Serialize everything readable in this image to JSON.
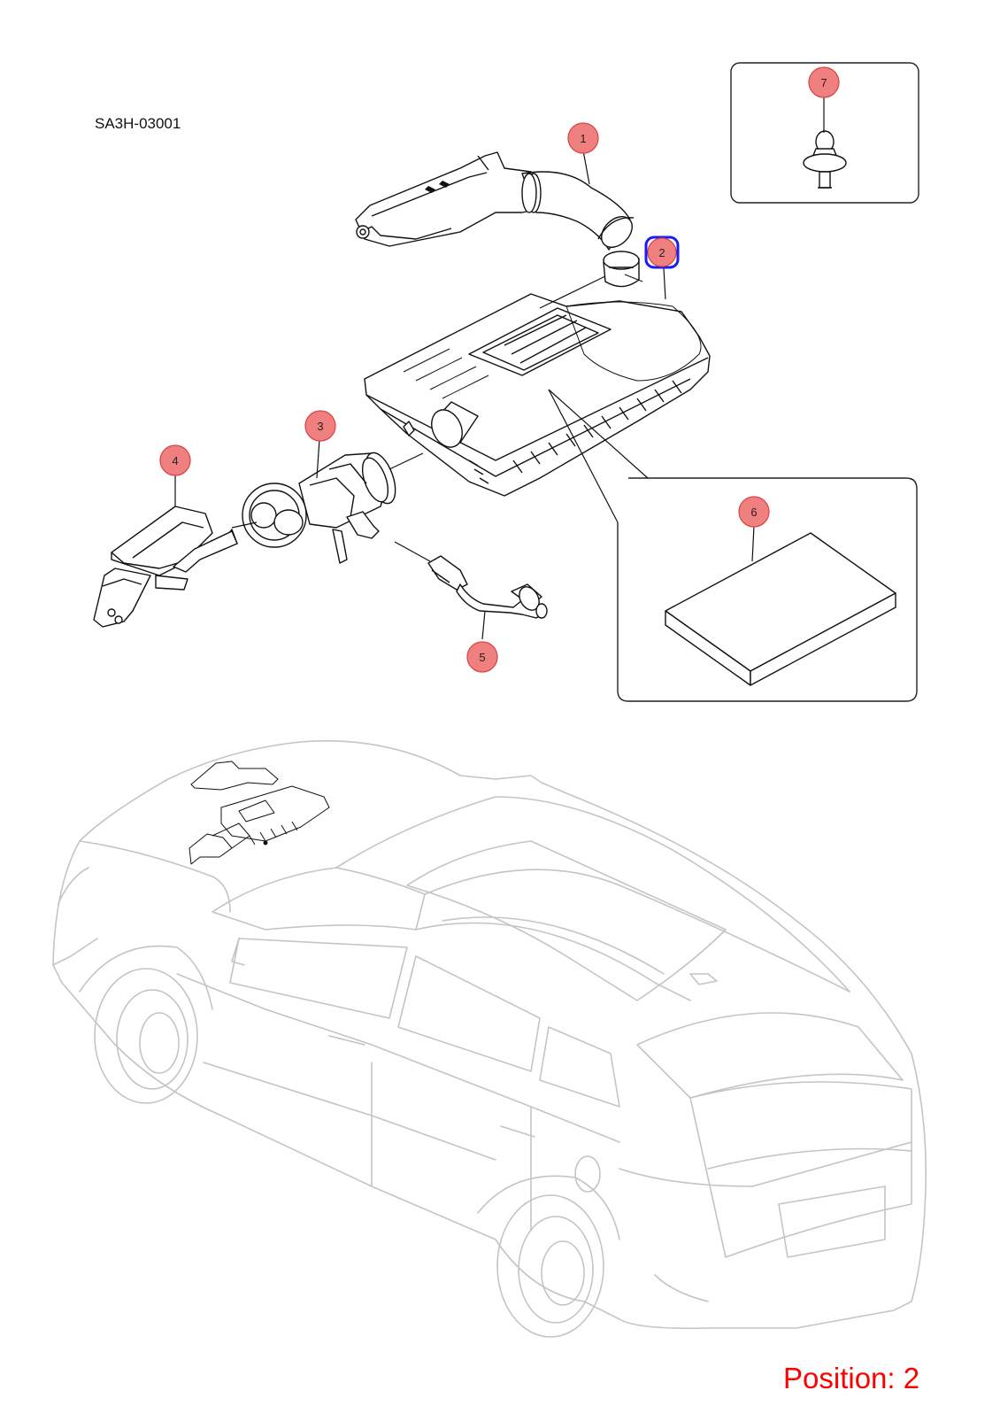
{
  "diagram": {
    "part_code": "SA3H-03001",
    "position_label": "Position: 2",
    "selected_callout": "2",
    "callouts": [
      "1",
      "2",
      "3",
      "4",
      "5",
      "6",
      "7"
    ],
    "colors": {
      "callout_fill": "#f08080",
      "callout_stroke": "#d44444",
      "selected_outline": "#1a1aff",
      "position_text": "#ff0000",
      "car_outline": "#c4c4c4"
    }
  }
}
